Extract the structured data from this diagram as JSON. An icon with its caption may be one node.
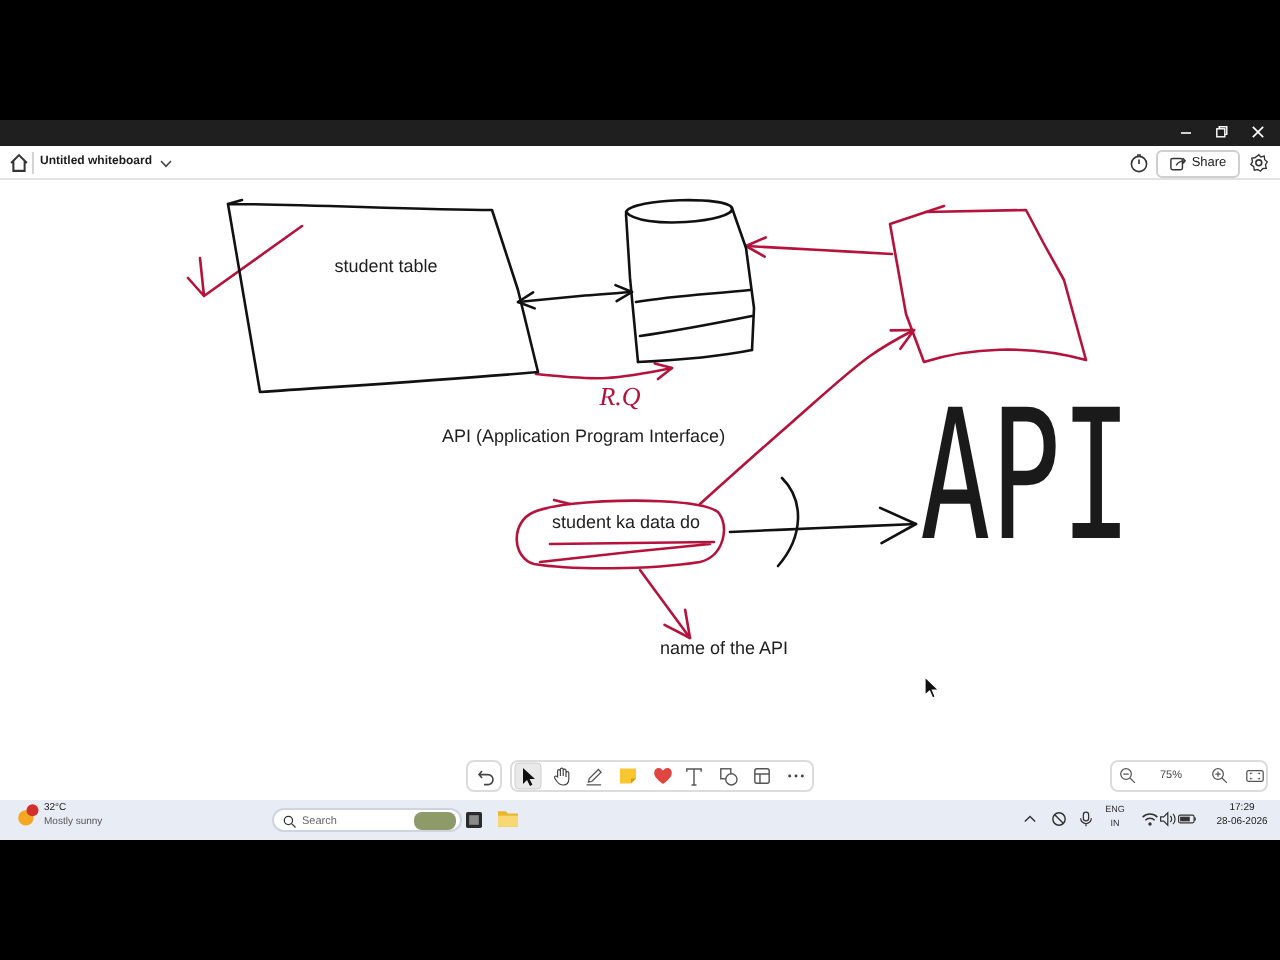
{
  "diagram": {
    "nodes": [
      {
        "text": [
          "student table"
        ]
      },
      {
        "text": [],
        "shape": "cylinder"
      },
      {
        "text": [],
        "shape": "box"
      },
      {
        "text": [
          "student ka data do"
        ]
      },
      {
        "text": [
          "name of the API"
        ]
      },
      {
        "text": [
          "API"
        ]
      }
    ],
    "edges": [
      {
        "from": 0,
        "to": 1,
        "arrow": "both",
        "color": "#111111"
      },
      {
        "from": 0,
        "to": 1,
        "arrow": "to",
        "label": "R.Q",
        "color": "#b5123c"
      },
      {
        "from": 2,
        "to": 1,
        "arrow": "to",
        "color": "#b5123c"
      },
      {
        "from": 3,
        "to": 2,
        "arrow": "to",
        "color": "#b5123c"
      },
      {
        "from": 3,
        "to": 4,
        "arrow": "to",
        "color": "#b5123c"
      },
      {
        "from": 3,
        "to": 5,
        "arrow": "to",
        "color": "#111111"
      }
    ],
    "labels": [
      "Untitled whiteboard",
      "Share",
      "API (Application Program Interface)",
      "75%",
      "32°C",
      "Mostly sunny",
      "Search",
      "ENG",
      "IN",
      "17:29",
      "28-06-2026"
    ]
  }
}
